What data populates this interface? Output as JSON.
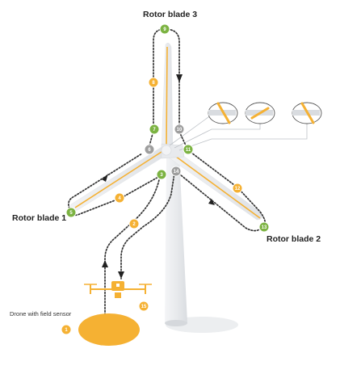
{
  "labels": {
    "blade3": "Rotor blade 3",
    "blade1": "Rotor blade 1",
    "blade2": "Rotor blade 2",
    "drone": "Drone with field sensor"
  },
  "colors": {
    "orange": "#f5b133",
    "green": "#7cb342",
    "gray": "#9e9e9e",
    "tower": "#eceef1",
    "path": "#333333"
  },
  "nodes": [
    {
      "id": "1",
      "kind": "orange"
    },
    {
      "id": "2",
      "kind": "orange"
    },
    {
      "id": "3",
      "kind": "green"
    },
    {
      "id": "4",
      "kind": "orange"
    },
    {
      "id": "5",
      "kind": "green"
    },
    {
      "id": "6",
      "kind": "gray"
    },
    {
      "id": "7",
      "kind": "green"
    },
    {
      "id": "8",
      "kind": "orange"
    },
    {
      "id": "9",
      "kind": "green"
    },
    {
      "id": "10",
      "kind": "gray"
    },
    {
      "id": "11",
      "kind": "green"
    },
    {
      "id": "12",
      "kind": "orange"
    },
    {
      "id": "13",
      "kind": "green"
    },
    {
      "id": "14",
      "kind": "gray"
    },
    {
      "id": "15",
      "kind": "orange"
    }
  ]
}
